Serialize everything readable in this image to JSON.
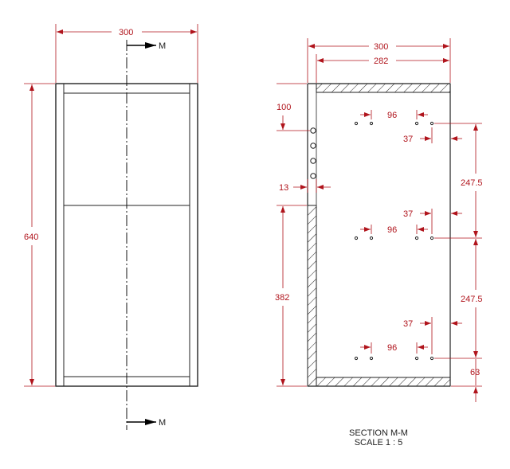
{
  "front_view": {
    "width_dim": "300",
    "height_dim": "640",
    "section_marker_top": "M",
    "section_marker_bottom": "M"
  },
  "section_view": {
    "outer_width_dim": "300",
    "inner_width_dim": "282",
    "top_offset_dim": "100",
    "hole_spacing_dims": [
      "96",
      "96",
      "96"
    ],
    "edge_offset_dims": [
      "37",
      "37",
      "37"
    ],
    "back_panel_dim": "13",
    "shelf_spacing_dims": [
      "247.5",
      "247.5"
    ],
    "lower_height_dim": "382",
    "bottom_offset_dim": "63"
  },
  "caption": {
    "title": "SECTION M-M",
    "scale": "SCALE 1 : 5"
  },
  "colors": {
    "dimension": "#b0141c",
    "outline": "#222222"
  }
}
